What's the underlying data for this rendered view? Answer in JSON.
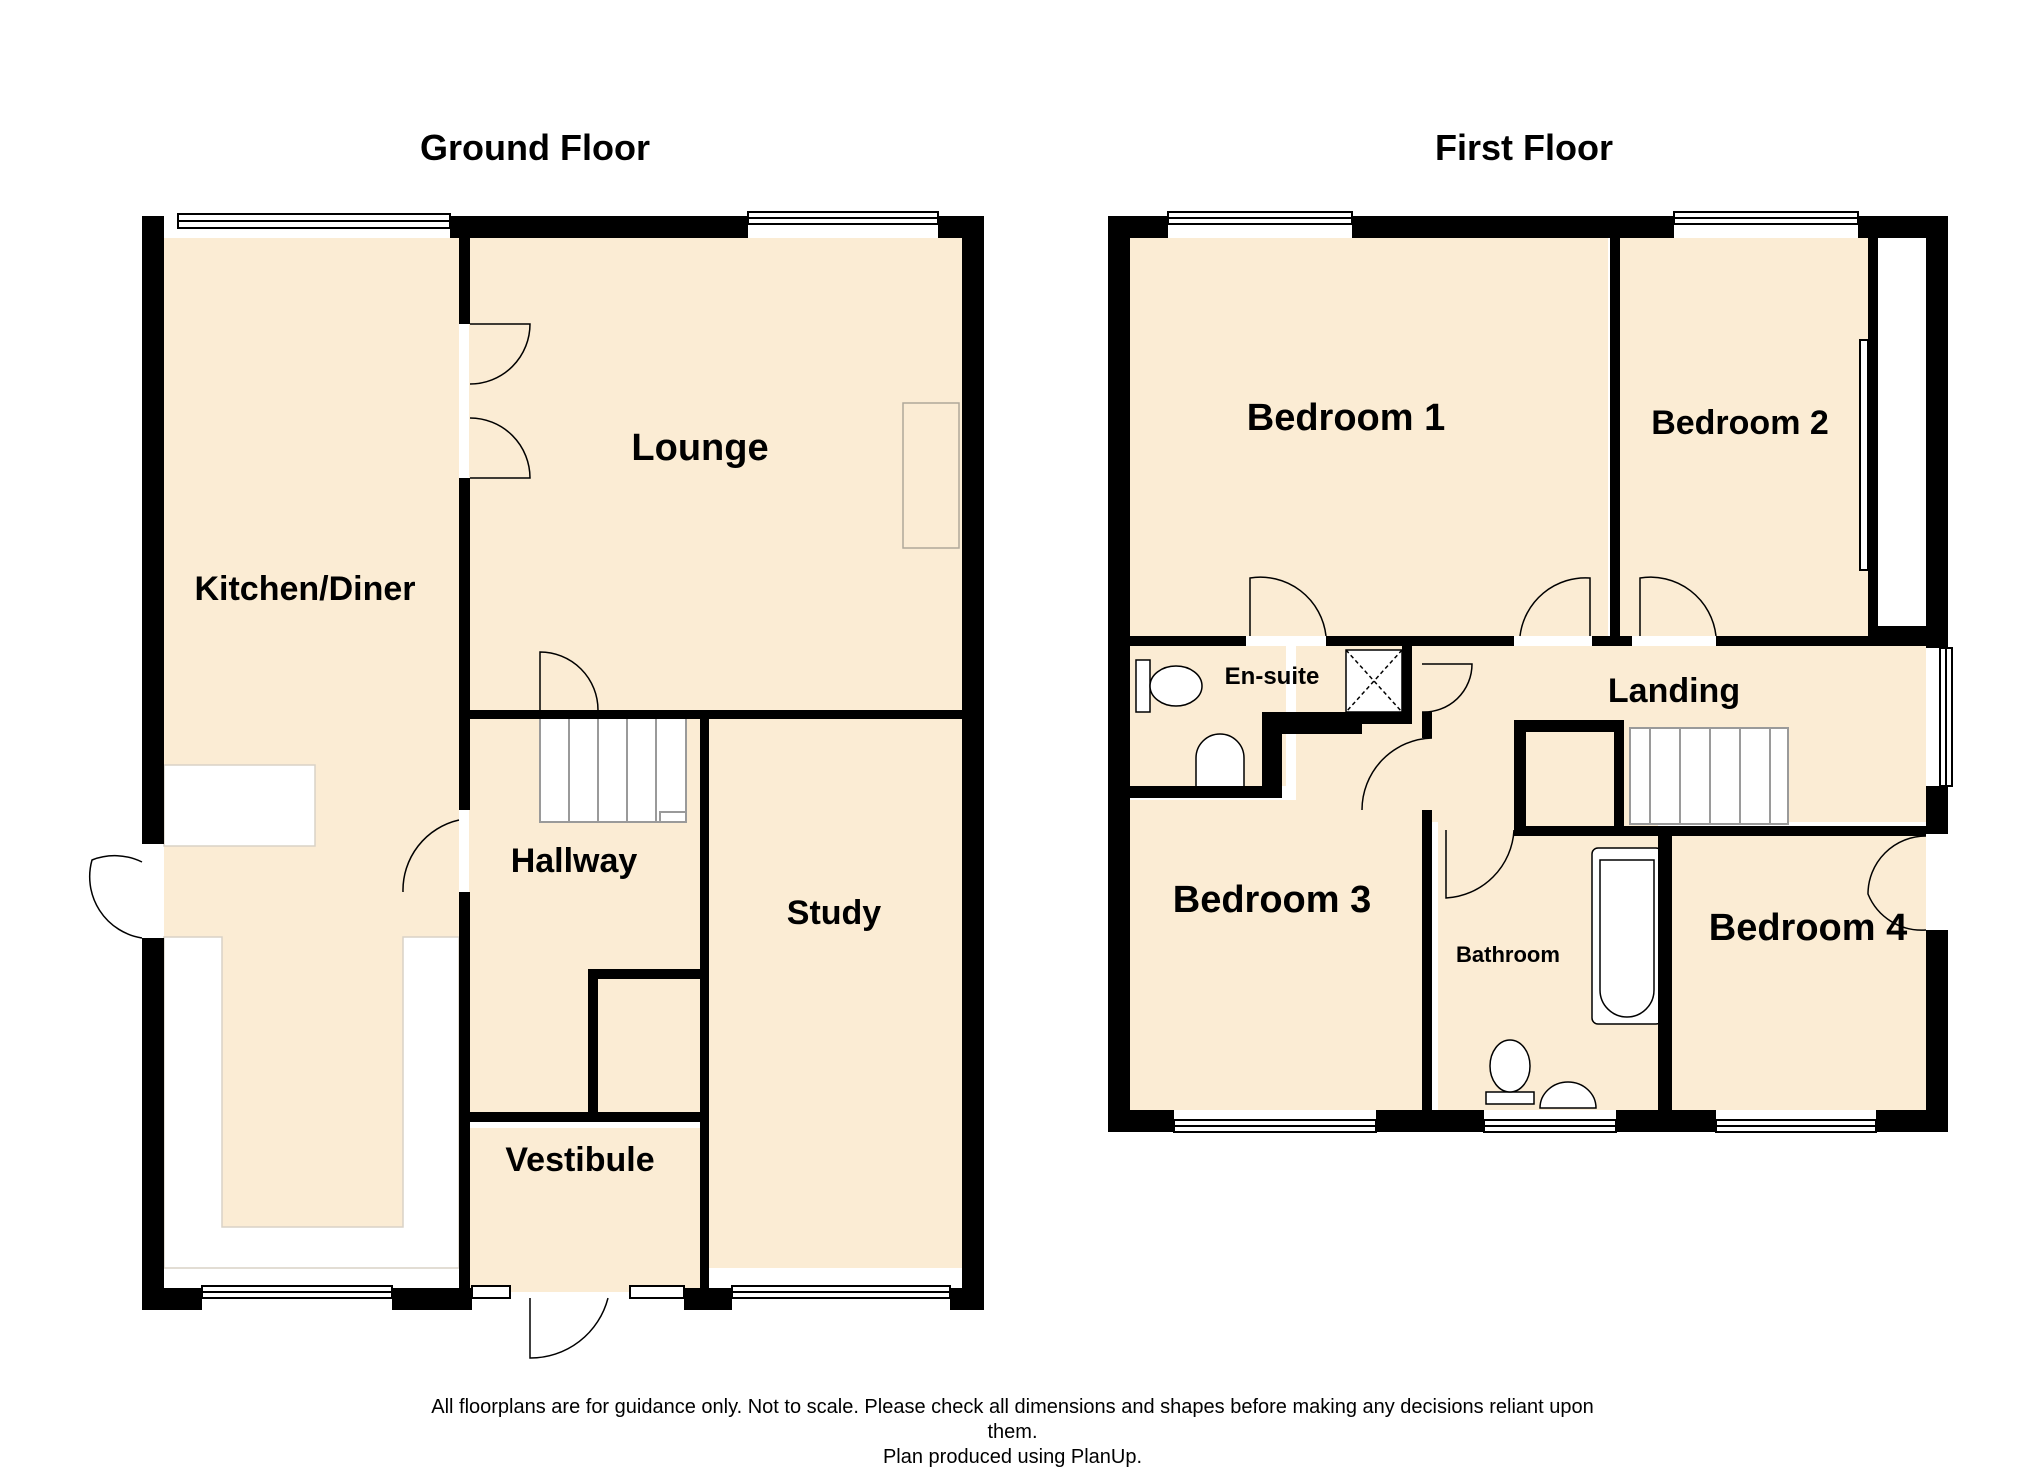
{
  "floors": [
    {
      "title": "Ground Floor"
    },
    {
      "title": "First Floor"
    }
  ],
  "rooms": {
    "kitchen_diner": "Kitchen/Diner",
    "lounge": "Lounge",
    "hallway": "Hallway",
    "study": "Study",
    "vestibule": "Vestibule",
    "bedroom_1": "Bedroom 1",
    "bedroom_2": "Bedroom 2",
    "en_suite": "En-suite",
    "landing": "Landing",
    "bedroom_3": "Bedroom 3",
    "bathroom": "Bathroom",
    "bedroom_4": "Bedroom 4"
  },
  "disclaimer": {
    "line1": "All floorplans are for guidance only. Not to scale. Please check all dimensions and shapes before making any decisions reliant upon",
    "line2": "them.",
    "line3": "Plan produced using PlanUp."
  },
  "colors": {
    "floor_fill": "#fbecd4",
    "wall": "#000000",
    "fixture": "#ffffff"
  }
}
